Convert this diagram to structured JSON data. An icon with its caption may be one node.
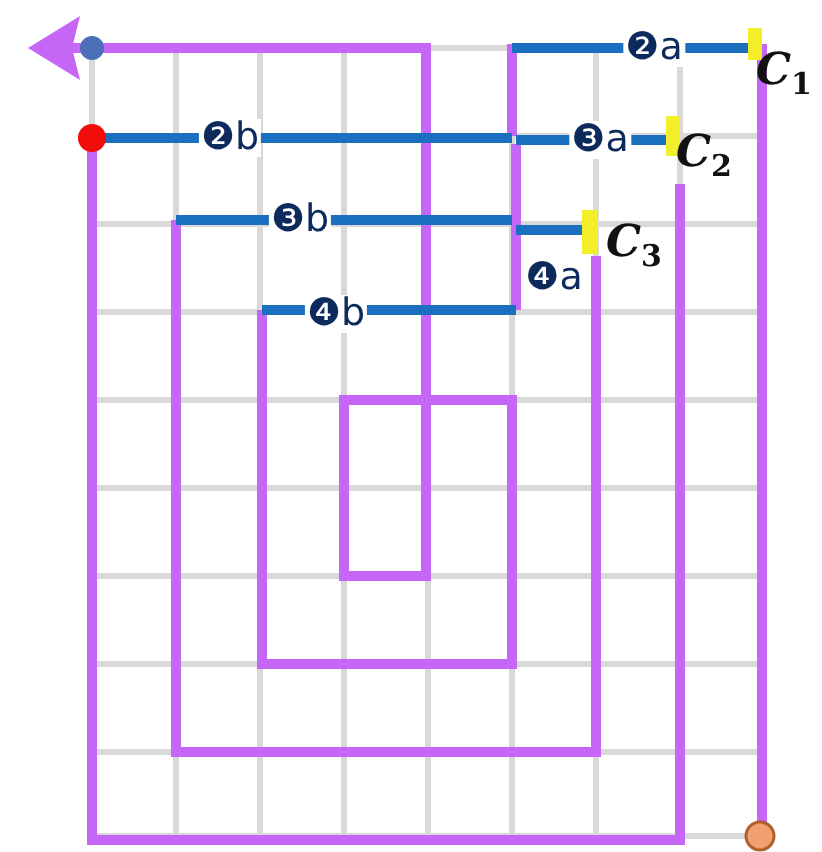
{
  "diagram": {
    "labels": [
      "❷a",
      "❷b",
      "❸a",
      "❸b",
      "❹a",
      "❹b",
      "*C*$_{1}$",
      "*C*$_{2}$",
      "*C*$_{3}$"
    ]
  }
}
